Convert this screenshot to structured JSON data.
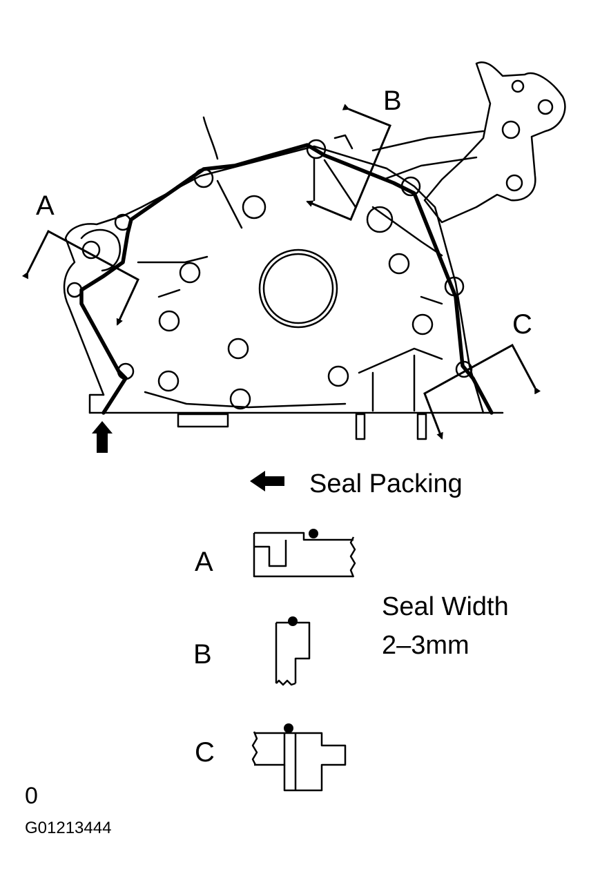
{
  "diagram": {
    "callouts": {
      "a": "A",
      "b": "B",
      "c": "C"
    },
    "legend": {
      "seal_packing": "Seal Packing"
    },
    "details": [
      {
        "label": "A"
      },
      {
        "label": "B"
      },
      {
        "label": "C"
      }
    ],
    "seal_width": {
      "title": "Seal Width",
      "value": "2–3mm"
    },
    "corner_mark": "0",
    "figure_code": "G01213444"
  }
}
